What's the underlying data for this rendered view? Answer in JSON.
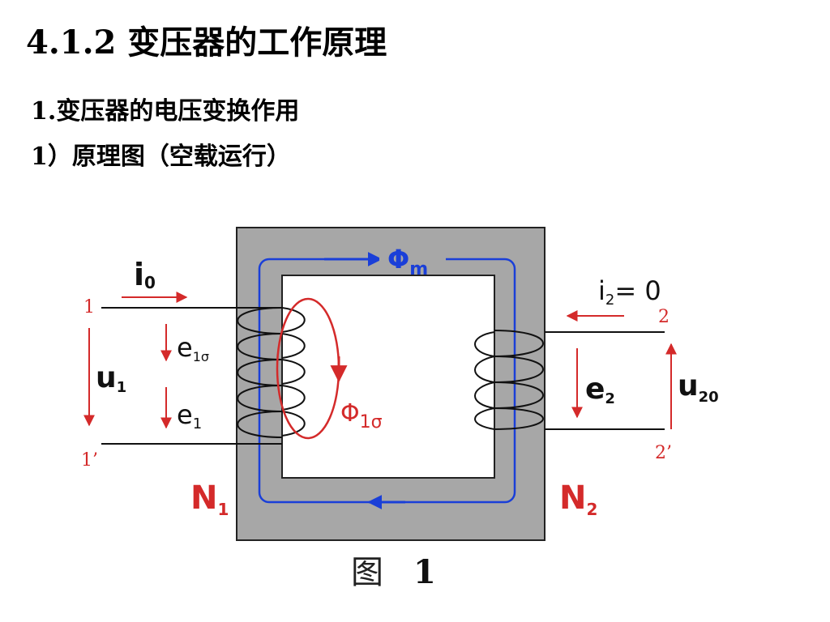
{
  "heading": "4.1.2  变压器的工作原理",
  "subheading_1": "1.变压器的电压变换作用",
  "subheading_2": "1）原理图（空载运行）",
  "colors": {
    "core": "#a7a7a7",
    "red": "#d42a2a",
    "blue": "#1a3fd8",
    "black": "#111111"
  },
  "diagram": {
    "flux_main": {
      "symbol": "Φ",
      "sub": "m"
    },
    "flux_leak": {
      "symbol": "Φ",
      "sub": "1σ"
    },
    "i0": {
      "symbol": "i",
      "sub": "0"
    },
    "i2": {
      "symbol": "i",
      "sub": "2",
      "suffix": "= 0"
    },
    "u1": {
      "symbol": "u",
      "sub": "1"
    },
    "u20": {
      "symbol": "u",
      "sub": "20"
    },
    "e1s": {
      "symbol": "e",
      "sub": "1σ"
    },
    "e1": {
      "symbol": "e",
      "sub": "1"
    },
    "e2": {
      "symbol": "e",
      "sub": "2"
    },
    "N1": {
      "symbol": "N",
      "sub": "1"
    },
    "N2": {
      "symbol": "N",
      "sub": "2"
    },
    "term_1": "1",
    "term_1p": "1’",
    "term_2": "2",
    "term_2p": "2’",
    "caption_char": "图",
    "caption_num": "1"
  }
}
